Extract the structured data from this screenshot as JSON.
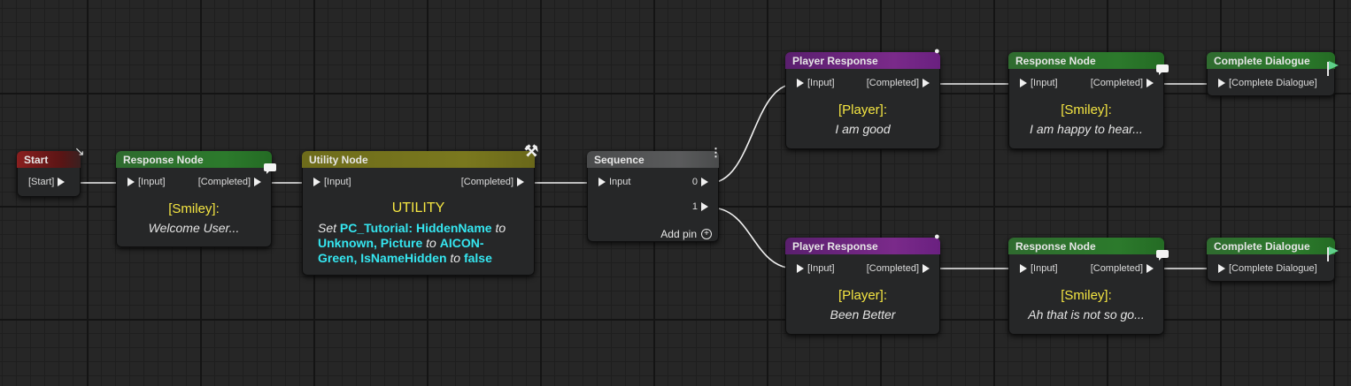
{
  "colors": {
    "wire": "#f0f0f0",
    "speaker": "#f5e642",
    "highlight": "#35e6f0"
  },
  "nodes": {
    "start": {
      "title": "Start",
      "out": "[Start]",
      "icon": "enter-icon"
    },
    "resp1": {
      "title": "Response Node",
      "in": "[Input]",
      "out": "[Completed]",
      "speaker": "[Smiley]:",
      "line": "Welcome User...",
      "icon": "speech-bubble-icon"
    },
    "utility": {
      "title": "Utility Node",
      "in": "[Input]",
      "out": "[Completed]",
      "heading": "UTILITY",
      "icon": "hammer-icon",
      "desc": {
        "set": "Set",
        "a": "PC_Tutorial: HiddenName",
        "to1": "to",
        "b": "Unknown,",
        "c": "Picture",
        "to2": "to",
        "d": "AICON-Green,",
        "e": "IsNameHidden",
        "to3": "to",
        "f": "false"
      }
    },
    "sequence": {
      "title": "Sequence",
      "in": "Input",
      "out0": "0",
      "out1": "1",
      "add": "Add pin",
      "icon": "sequence-icon"
    },
    "pr1": {
      "title": "Player Response",
      "in": "[Input]",
      "out": "[Completed]",
      "speaker": "[Player]:",
      "line": "I am good",
      "icon": "player-icon"
    },
    "rn2": {
      "title": "Response Node",
      "in": "[Input]",
      "out": "[Completed]",
      "speaker": "[Smiley]:",
      "line": "I am happy to hear...",
      "icon": "speech-bubble-icon"
    },
    "cd1": {
      "title": "Complete Dialogue",
      "in": "[Complete Dialogue]",
      "icon": "flag-icon"
    },
    "pr2": {
      "title": "Player Response",
      "in": "[Input]",
      "out": "[Completed]",
      "speaker": "[Player]:",
      "line": "Been Better",
      "icon": "player-icon"
    },
    "rn3": {
      "title": "Response Node",
      "in": "[Input]",
      "out": "[Completed]",
      "speaker": "[Smiley]:",
      "line": "Ah that is not so go...",
      "icon": "speech-bubble-icon"
    },
    "cd2": {
      "title": "Complete Dialogue",
      "in": "[Complete Dialogue]",
      "icon": "flag-icon"
    }
  }
}
